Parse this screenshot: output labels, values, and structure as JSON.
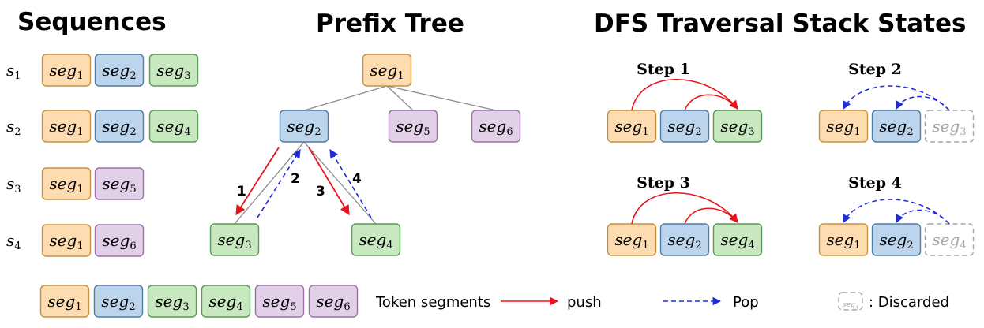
{
  "titles": {
    "sequences": "Sequences",
    "prefix_tree": "Prefix Tree",
    "dfs": "DFS Traversal Stack States"
  },
  "palette": {
    "seg1": {
      "fill": "#fcdcb0",
      "stroke": "#c9913e"
    },
    "seg2": {
      "fill": "#bcd5ec",
      "stroke": "#4d7ca8"
    },
    "seg3": {
      "fill": "#c8e8c0",
      "stroke": "#5a9a52"
    },
    "seg4": {
      "fill": "#c8e8c0",
      "stroke": "#5a9a52"
    },
    "seg5": {
      "fill": "#e2d0e8",
      "stroke": "#9a72a6"
    },
    "seg6": {
      "fill": "#e2d0e8",
      "stroke": "#9a72a6"
    },
    "push": "#e8141c",
    "pop": "#1f2bd6",
    "discarded": "#a6a6a6",
    "tree_edge": "#8c8c8c"
  },
  "sequences": [
    {
      "label": "s",
      "sub": "1",
      "segments": [
        "1",
        "2",
        "3"
      ]
    },
    {
      "label": "s",
      "sub": "2",
      "segments": [
        "1",
        "2",
        "4"
      ]
    },
    {
      "label": "s",
      "sub": "3",
      "segments": [
        "1",
        "5"
      ]
    },
    {
      "label": "s",
      "sub": "4",
      "segments": [
        "1",
        "6"
      ]
    }
  ],
  "seg_name": "seg",
  "tree": {
    "nodes": [
      "1",
      "2",
      "5",
      "6",
      "3",
      "4"
    ],
    "edge_labels": [
      "1",
      "2",
      "3",
      "4"
    ]
  },
  "steps": [
    {
      "title": "Step 1",
      "segments": [
        "1",
        "2",
        "3"
      ],
      "discarded": false
    },
    {
      "title": "Step 2",
      "segments": [
        "1",
        "2",
        "3"
      ],
      "discarded": true
    },
    {
      "title": "Step 3",
      "segments": [
        "1",
        "2",
        "4"
      ],
      "discarded": false
    },
    {
      "title": "Step 4",
      "segments": [
        "1",
        "2",
        "4"
      ],
      "discarded": true
    }
  ],
  "legend": {
    "segments": [
      "1",
      "2",
      "3",
      "4",
      "5",
      "6"
    ],
    "token_segments_label": "Token segments",
    "push_label": "push",
    "pop_label": "Pop",
    "discarded_label": ": Discarded",
    "discarded_example": "3"
  }
}
